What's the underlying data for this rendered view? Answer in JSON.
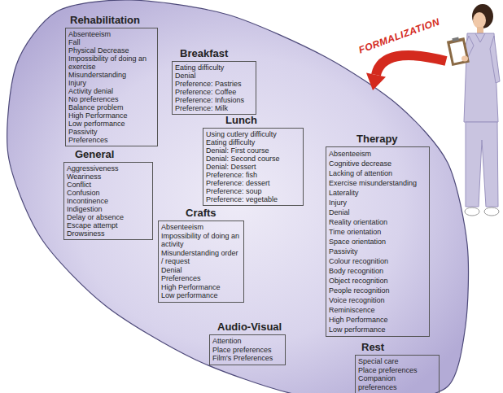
{
  "diagram": {
    "nodes": [
      {
        "text": [
          "Rehabilitation",
          "Absenteeism",
          "Fall",
          "Physical Decrease",
          "Impossibility of doing an exercise",
          "Misunderstanding",
          "Injury",
          "Activity denial",
          "No preferences",
          "Balance problem",
          "High Performance",
          "Low performance",
          "Passivity",
          "Preferences"
        ]
      },
      {
        "text": [
          "Breakfast",
          "Eating difficulty",
          "Denial",
          "Preference: Pastries",
          "Preference: Coffee",
          "Preference: Infusions",
          "Preference: Milk"
        ]
      },
      {
        "text": [
          "Lunch",
          "Using cutlery difficulty",
          "Eating difficulty",
          "Denial: First course",
          "Denial: Second course",
          "Denial: Dessert",
          "Preference: fish",
          "Preference: dessert",
          "Preference: soup",
          "Preference: vegetable"
        ]
      },
      {
        "text": [
          "General",
          "Aggressiveness",
          "Weariness",
          "Conflict",
          "Confusion",
          "Incontinence",
          "Indigestion",
          "Delay or absence",
          "Escape attempt",
          "Drowsiness"
        ]
      },
      {
        "text": [
          "Therapy",
          "Absenteeism",
          "Cognitive decrease",
          "Lacking of attention",
          "Exercise misunderstanding",
          "Laterality",
          "Injury",
          "Denial",
          "Reality orientation",
          "Time orientation",
          "Space orientation",
          "Passivity",
          "Colour recognition",
          "Body recognition",
          "Object recognition",
          "People recognition",
          "Voice recognition",
          "Reminiscence",
          "High Performance",
          "Low performance"
        ]
      },
      {
        "text": [
          "Crafts",
          "Absenteeism",
          "Impossibility of doing an activity",
          "Misunderstanding order / request",
          "Denial",
          "Preferences",
          "High Performance",
          "Low performance"
        ]
      },
      {
        "text": [
          "Audio-Visual",
          "Attention",
          "Place preferences",
          "Film's Preferences"
        ]
      },
      {
        "text": [
          "Rest",
          "Special care",
          "Place preferences",
          "Companion preferences"
        ]
      }
    ],
    "edges": [],
    "labels": [
      "FORMALIZATION"
    ]
  }
}
